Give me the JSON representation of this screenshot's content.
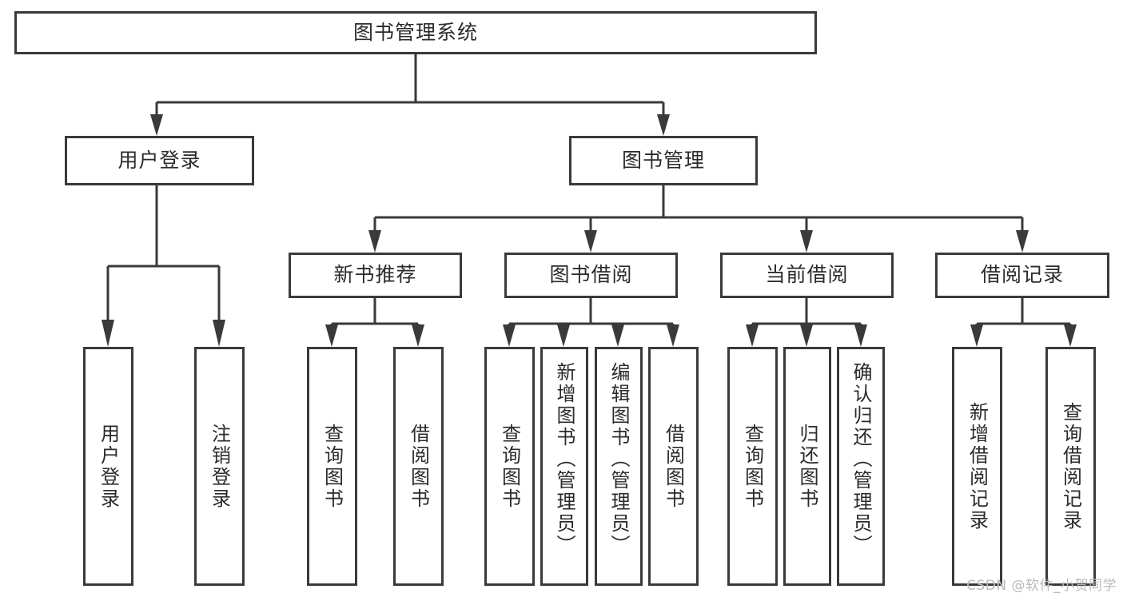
{
  "diagram": {
    "title": "图书管理系统",
    "watermark": "CSDN @软件_小贺同学",
    "colors": {
      "stroke": "#3a3a3a",
      "text": "#2b2b2b",
      "background": "#ffffff",
      "watermark": "#b9b9b9"
    },
    "root": {
      "label": "图书管理系统"
    },
    "level2": [
      {
        "label": "用户登录"
      },
      {
        "label": "图书管理"
      }
    ],
    "level3": [
      {
        "label": "新书推荐"
      },
      {
        "label": "图书借阅"
      },
      {
        "label": "当前借阅"
      },
      {
        "label": "借阅记录"
      }
    ],
    "leaves": {
      "user_login": [
        {
          "label": "用户登录"
        },
        {
          "label": "注销登录"
        }
      ],
      "new_book": [
        {
          "label": "查询图书"
        },
        {
          "label": "借阅图书"
        }
      ],
      "book_borrow": [
        {
          "label": "查询图书"
        },
        {
          "label": "新增图书（管理员）"
        },
        {
          "label": "编辑图书（管理员）"
        },
        {
          "label": "借阅图书"
        }
      ],
      "current_borrow": [
        {
          "label": "查询图书"
        },
        {
          "label": "归还图书"
        },
        {
          "label": "确认归还（管理员）"
        }
      ],
      "borrow_record": [
        {
          "label": "新增借阅记录"
        },
        {
          "label": "查询借阅记录"
        }
      ]
    }
  }
}
